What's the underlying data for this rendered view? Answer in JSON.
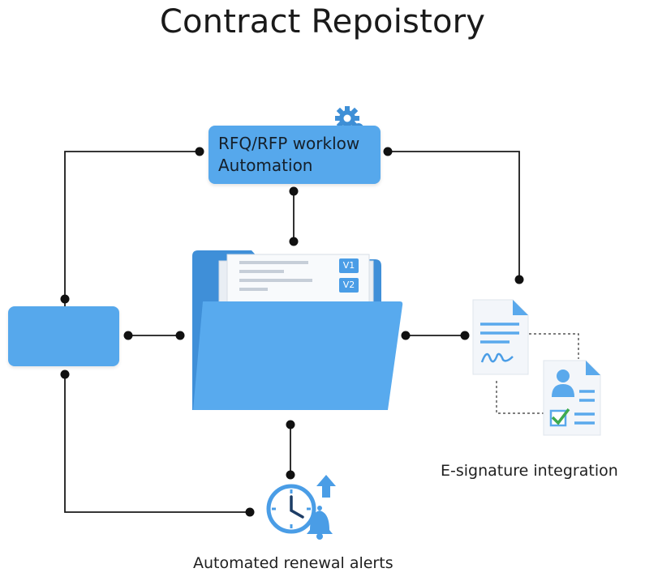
{
  "title": "Contract Repoistory",
  "rfq": {
    "line1": "RFQ/RFP worklow",
    "line2": "Automation",
    "icon": "gear-icon"
  },
  "folder": {
    "versions": [
      "V1",
      "V2"
    ],
    "icon": "folder-icon"
  },
  "esignature": {
    "label": "E-signature integration",
    "icons": [
      "signed-document-icon",
      "profile-document-icon"
    ]
  },
  "renewal": {
    "label": "Automated renewal alerts",
    "icons": [
      "clock-icon",
      "bell-icon",
      "up-arrow-icon"
    ]
  },
  "colors": {
    "accent": "#56a8ec",
    "accent_dark": "#3e8fd6",
    "line": "#1a1a1a",
    "check": "#3daa4f"
  }
}
